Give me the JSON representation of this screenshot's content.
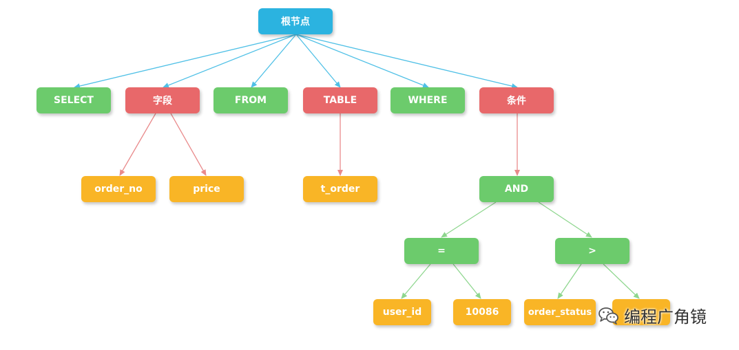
{
  "colors": {
    "root": "#2bb3e0",
    "keyword": "#6ccb6c",
    "category": "#e8686a",
    "leaf": "#f9b526",
    "edge_blue": "#4fc0e6",
    "edge_red": "#e98a8b",
    "edge_green": "#8ed68e"
  },
  "nodes": {
    "root": "根节点",
    "select": "SELECT",
    "fields": "字段",
    "from": "FROM",
    "table": "TABLE",
    "where": "WHERE",
    "condition": "条件",
    "order_no": "order_no",
    "price": "price",
    "t_order": "t_order",
    "and": "AND",
    "eq": "=",
    "gt": ">",
    "user_id": "user_id",
    "value_10086": "10086",
    "order_status": "order_status",
    "gt_value": ""
  },
  "watermark": {
    "icon": "wechat-icon",
    "text": "编程广角镜"
  }
}
